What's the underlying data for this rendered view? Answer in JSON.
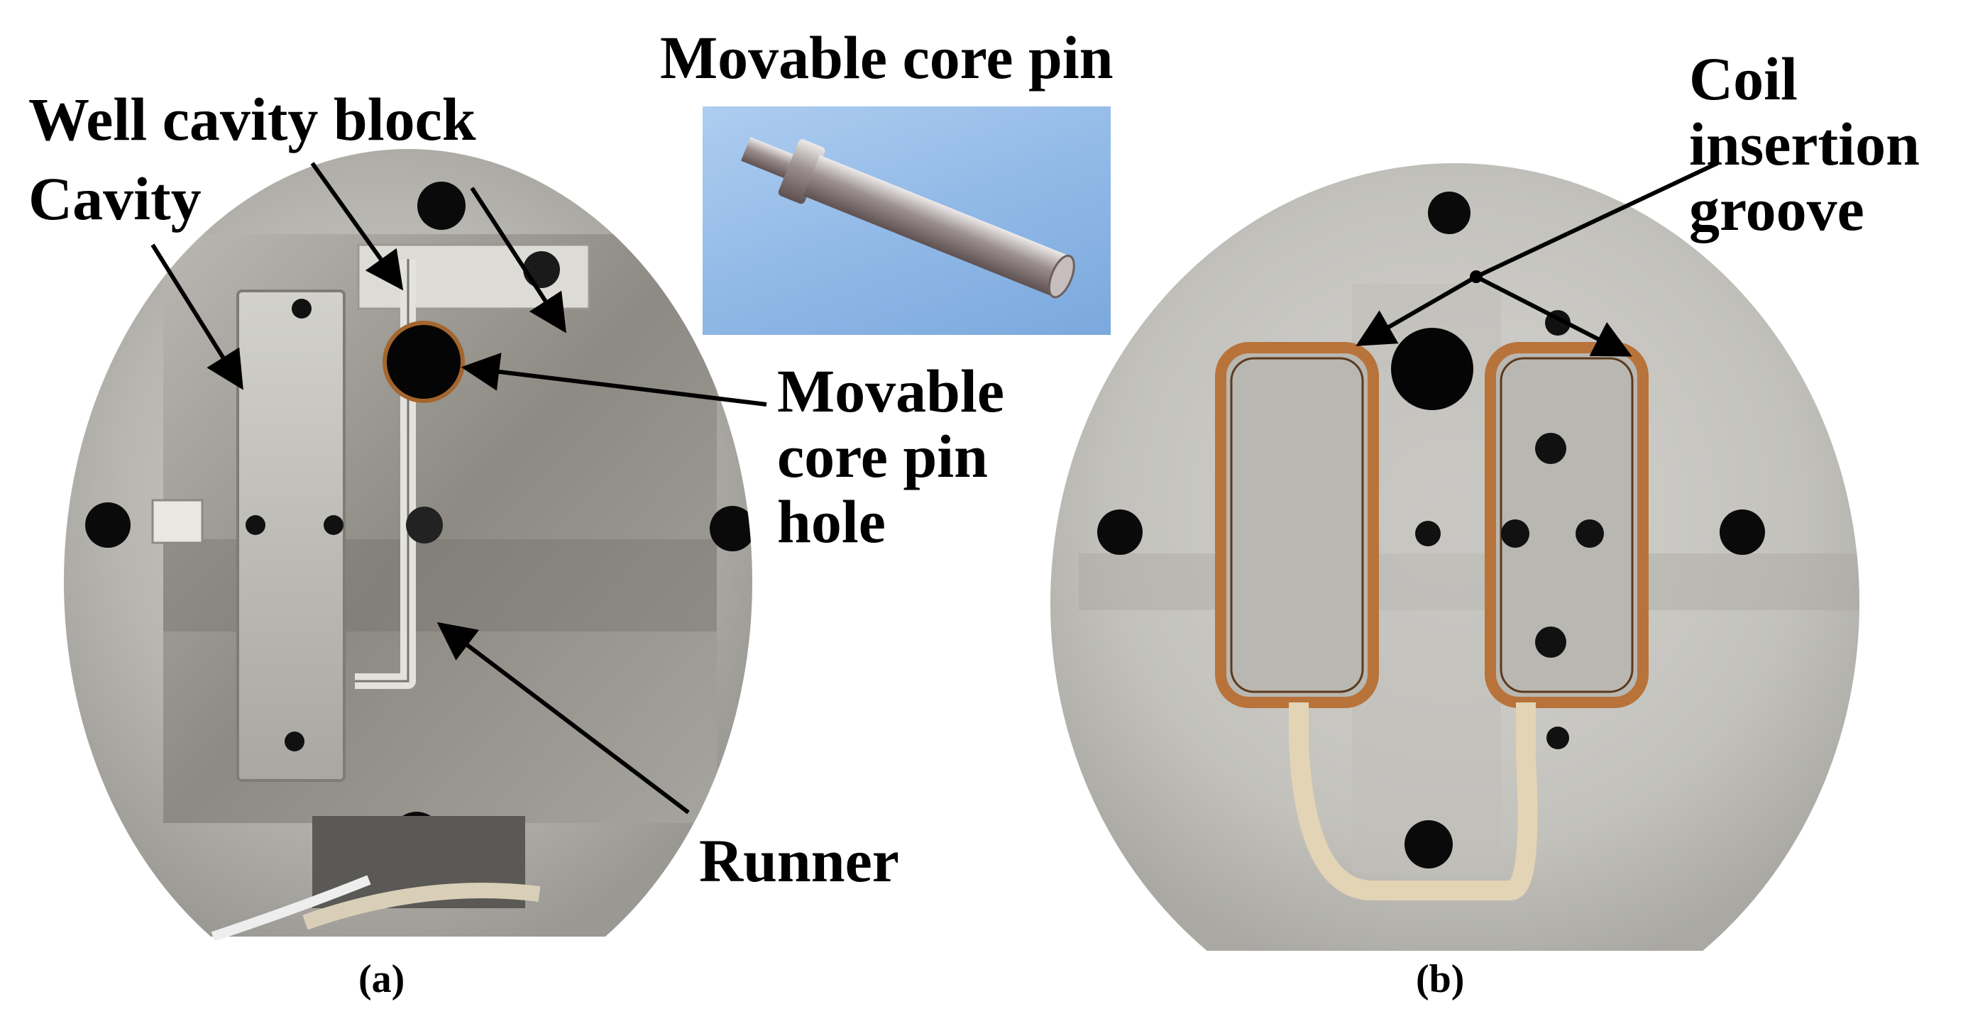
{
  "panels": {
    "a": {
      "caption": "(a)",
      "labels": {
        "well_cavity_block": "Well cavity block",
        "cavity": "Cavity",
        "movable_core_pin_title": "Movable core pin",
        "movable_core_pin_hole_line1": "Movable",
        "movable_core_pin_hole_line2": "core pin",
        "movable_core_pin_hole_line3": "hole",
        "runner": "Runner"
      }
    },
    "b": {
      "caption": "(b)",
      "labels": {
        "coil_line1": "Coil",
        "coil_line2": "insertion",
        "coil_line3": "groove"
      }
    }
  },
  "colors": {
    "steel_light": "#c9c9c4",
    "steel_dark": "#8f8d88",
    "copper": "#c07a3c",
    "inset_bg": "#8fb8e6"
  }
}
